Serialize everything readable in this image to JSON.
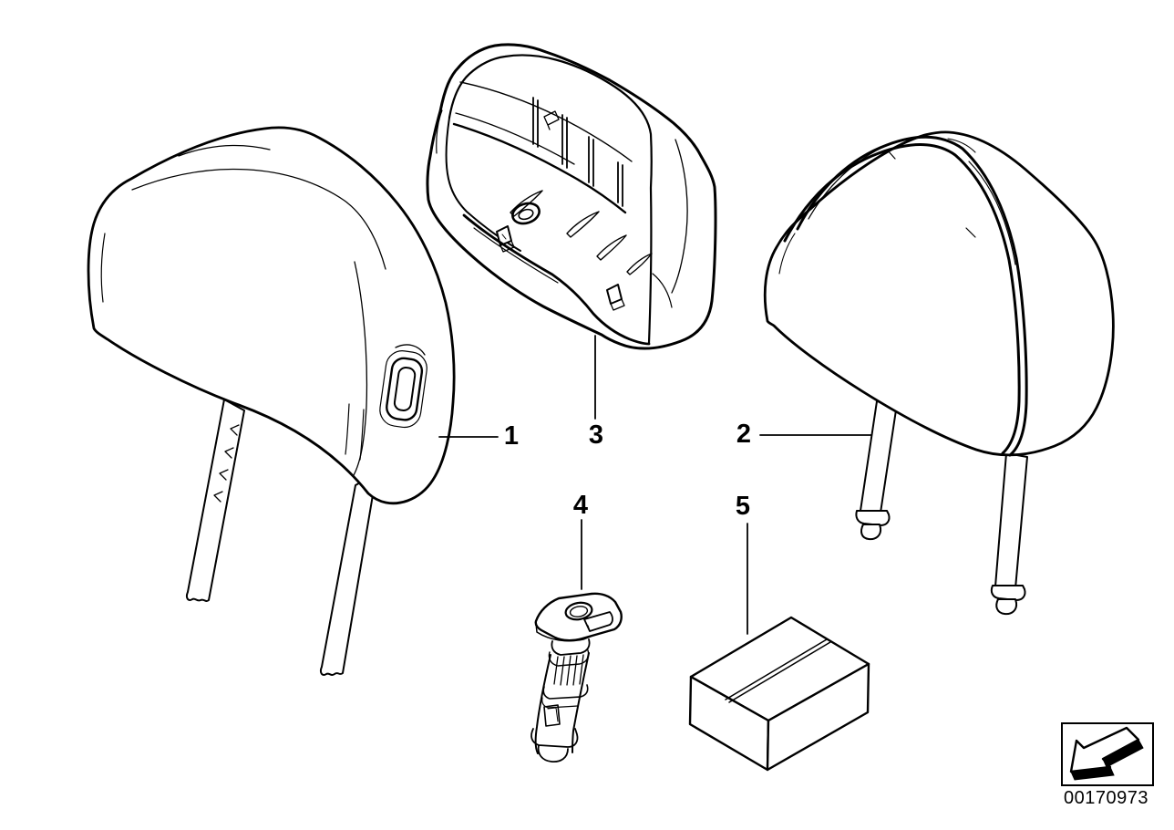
{
  "canvas": {
    "background_color": "#ffffff",
    "line_color": "#000000"
  },
  "callouts": {
    "1": {
      "label": "1"
    },
    "2": {
      "label": "2"
    },
    "3": {
      "label": "3"
    },
    "4": {
      "label": "4"
    },
    "5": {
      "label": "5"
    }
  },
  "stamp": {
    "icon": "direction-arrow-icon",
    "code": "00170973"
  }
}
